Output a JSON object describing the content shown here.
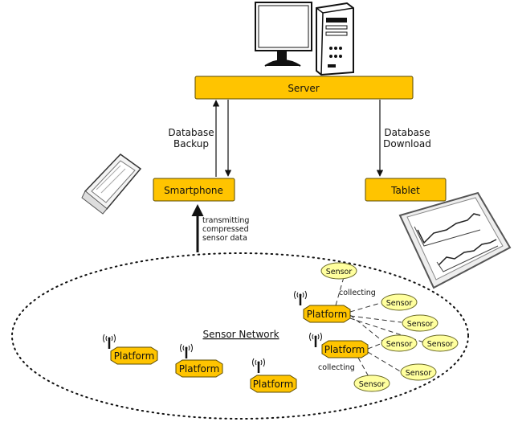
{
  "nodes": {
    "server": "Server",
    "smartphone": "Smartphone",
    "tablet": "Tablet",
    "sensor_network": "Sensor Network"
  },
  "edges": {
    "backup": [
      "Database",
      "Backup"
    ],
    "download": [
      "Database",
      "Download"
    ],
    "transmit": [
      "transmitting",
      "compressed",
      "sensor data"
    ],
    "collecting_top": "collecting",
    "collecting_bottom": "collecting"
  },
  "platform_label": "Platform",
  "sensor_label": "Sensor",
  "icons": {
    "computer": "desktop-computer-icon",
    "phone": "smartphone-sketch-icon",
    "tablet": "tablet-chart-sketch-icon",
    "antenna": "antenna-icon"
  },
  "colors": {
    "box_fill": "#FFC400",
    "sensor_fill": "#FFFF9E"
  }
}
